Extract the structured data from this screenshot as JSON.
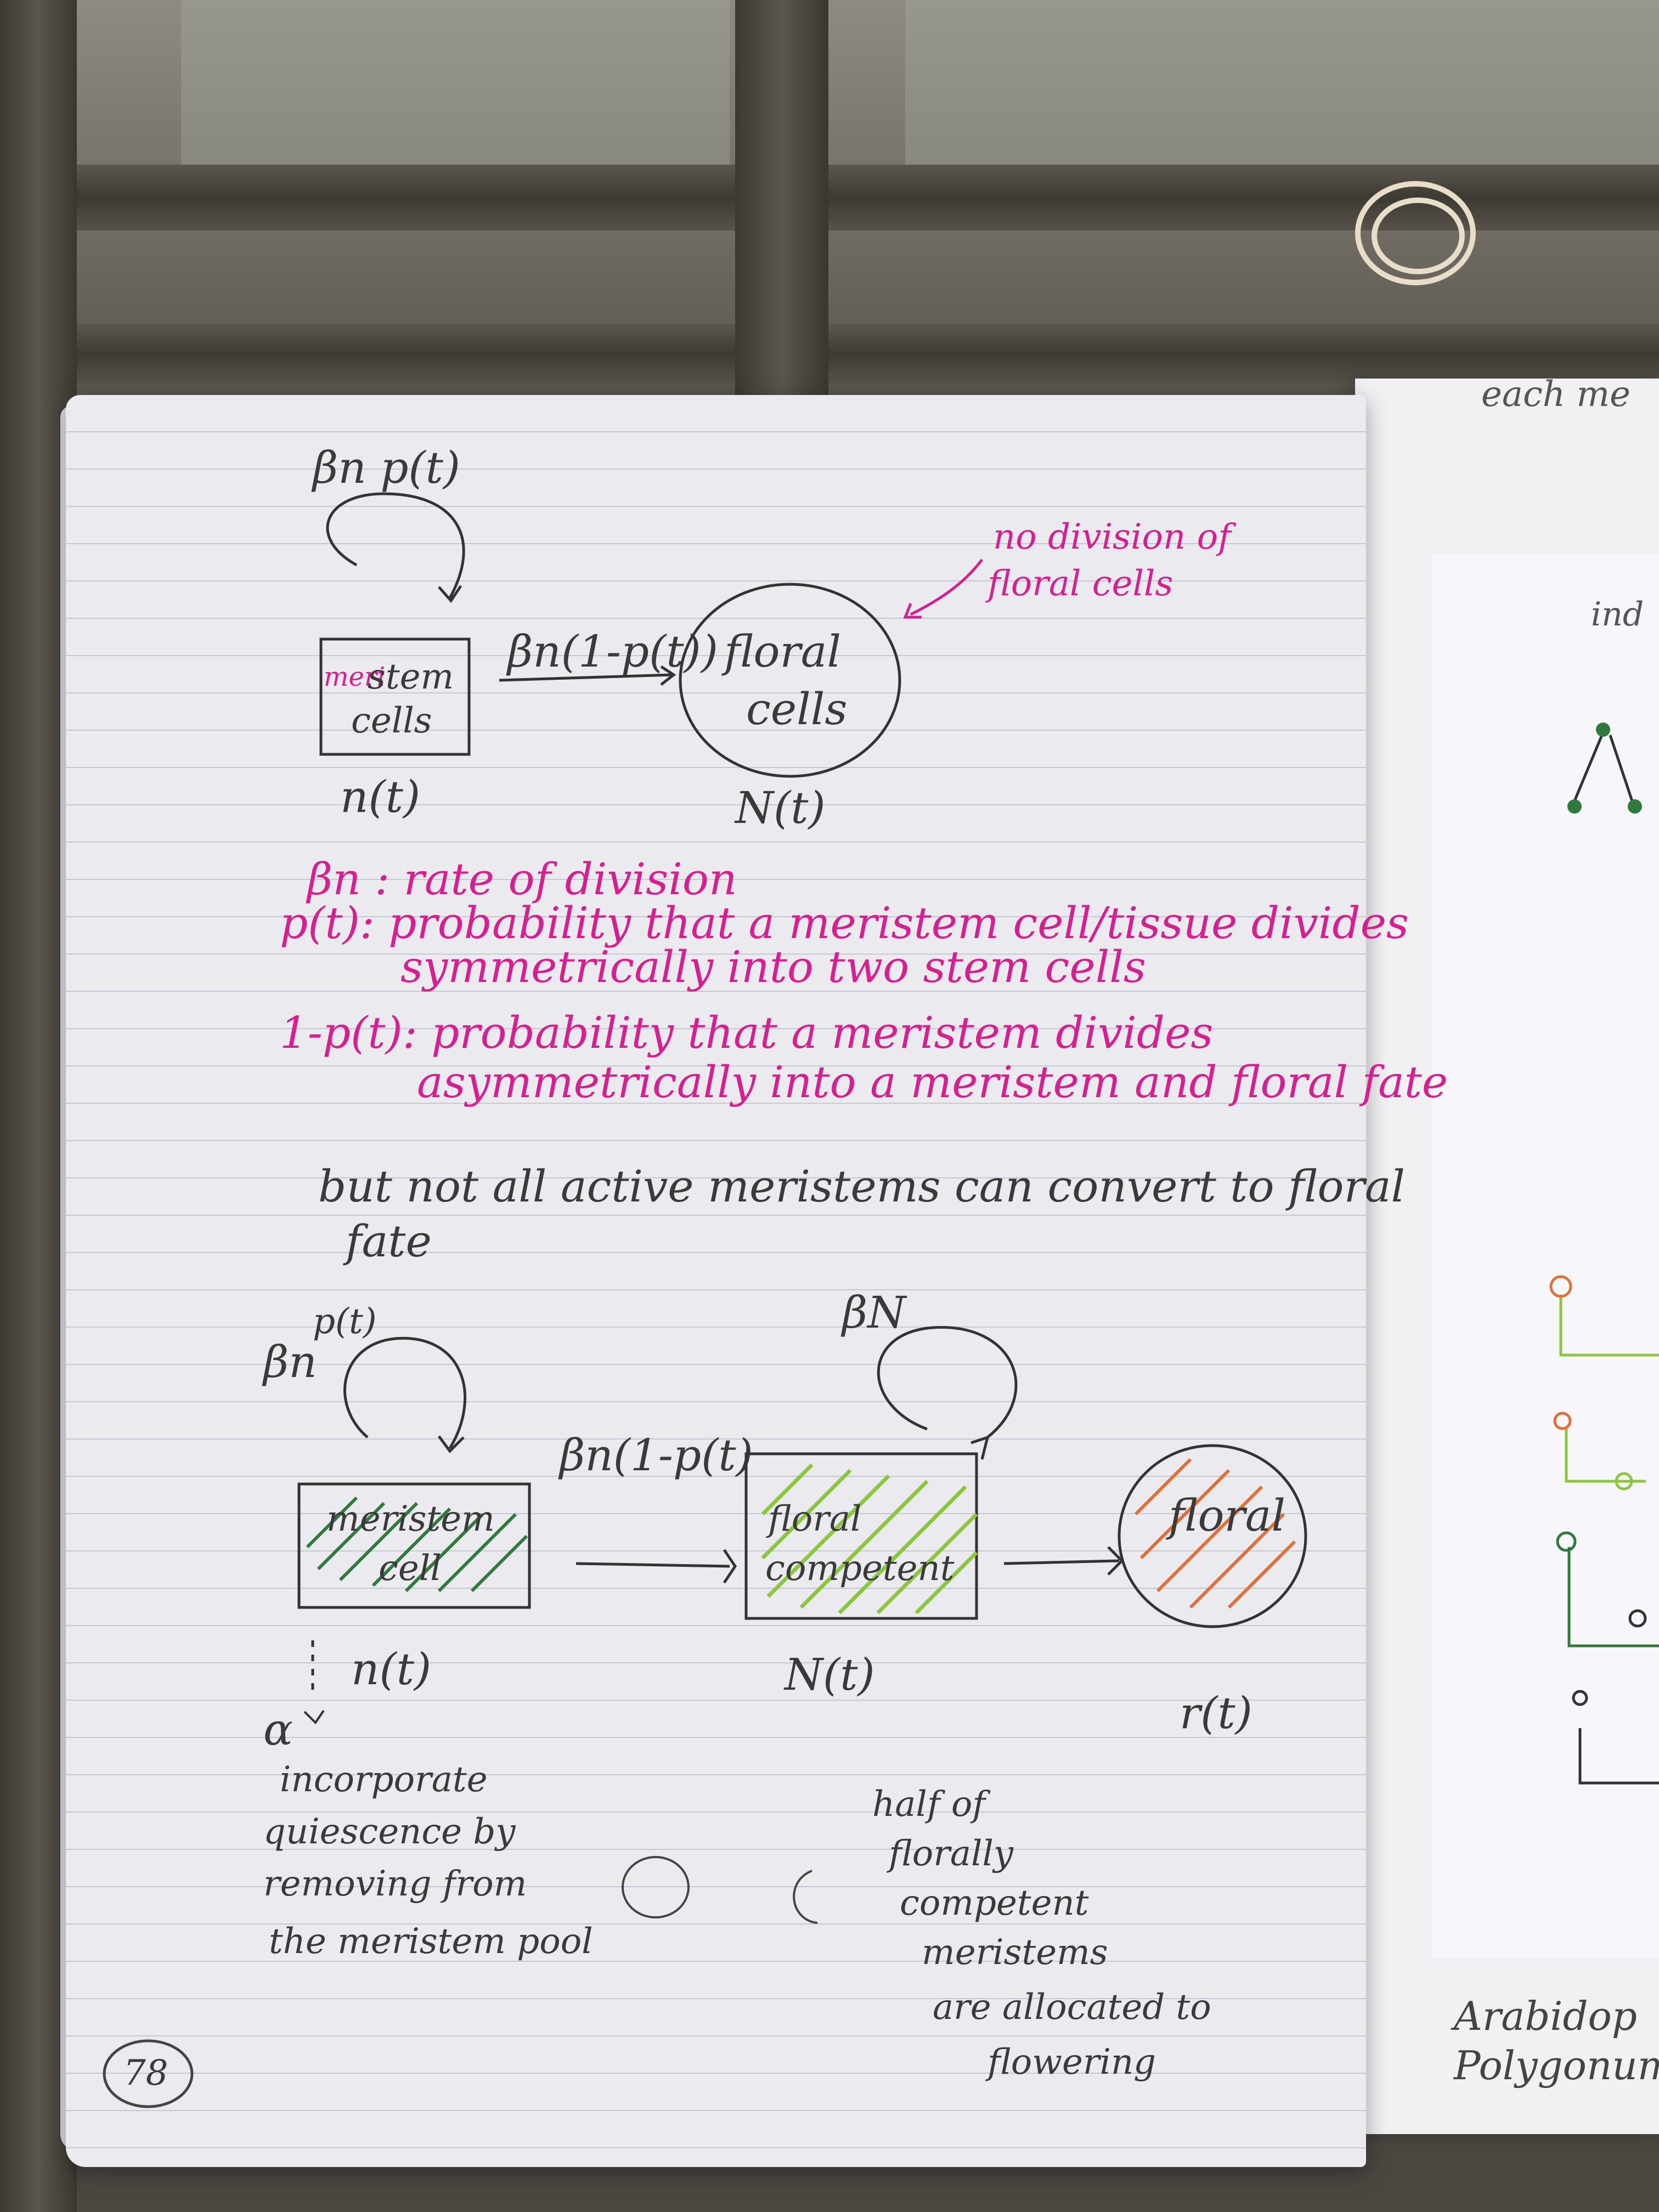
{
  "top_diagram": {
    "self_rate": "βn p(t)",
    "meristem_label_pink": "meri",
    "meristem_label": "stem",
    "meristem_cells": "cells",
    "n_label": "n(t)",
    "transition_rate": "βn(1-p(t))",
    "floral_line1": "floral",
    "floral_line2": "cells",
    "N_label": "N(t)",
    "note_line1": "no division of",
    "note_line2": "floral cells"
  },
  "definitions": [
    "βn : rate of division",
    "p(t): probability that a meristem cell/tissue divides",
    "symmetrically into two stem cells",
    "1-p(t): probability that a meristem divides",
    "asymmetrically into a meristem and floral fate"
  ],
  "middle_text": {
    "line1": "but not all active meristems can convert to floral",
    "line2": "fate"
  },
  "bottom_diagram": {
    "self_rate_beta": "βn",
    "self_rate_p": "p(t)",
    "competent_self_rate": "βN",
    "meristem_line1": "meristem",
    "meristem_line2": "cell",
    "transition_rate": "βn(1-p(t)",
    "competent_line1": "floral",
    "competent_line2": "competent",
    "floral": "floral",
    "n_label": "n(t)",
    "N_label": "N(t)",
    "r_label": "r(t)",
    "alpha": "α"
  },
  "left_note": [
    "incorporate",
    "quiescence by",
    "removing from",
    "the meristem pool"
  ],
  "right_note": [
    "half of",
    "florally",
    "competent",
    "meristems",
    "are allocated to",
    "flowering"
  ],
  "page_number": "78",
  "right_page": {
    "top": "each me",
    "insert_top": "ind",
    "bottom_line1": "Arabidop",
    "bottom_line2": "Polygonum"
  },
  "colors": {
    "pink_ink": "#d5208f",
    "dark_green": "#2f7a3c",
    "light_green": "#8cc63f",
    "orange": "#e0703a"
  }
}
